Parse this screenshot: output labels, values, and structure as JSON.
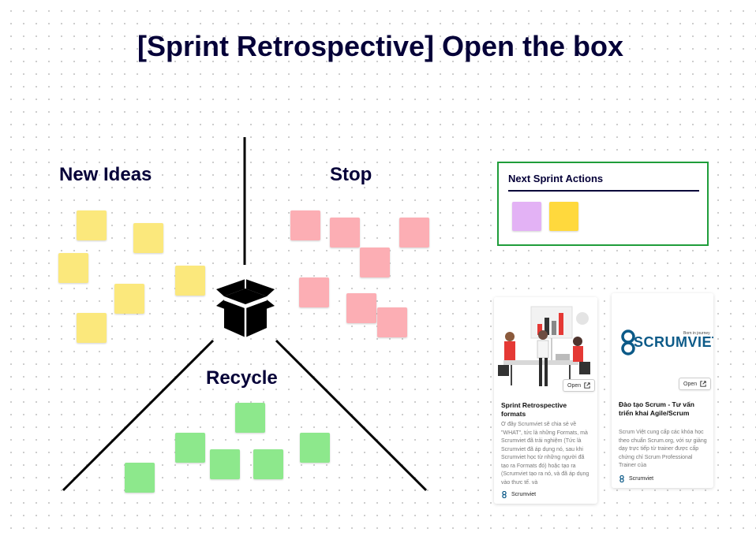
{
  "board": {
    "title": "[Sprint Retrospective] Open the box"
  },
  "sections": {
    "new_ideas": "New Ideas",
    "stop": "Stop",
    "recycle": "Recycle"
  },
  "next_sprint_actions": {
    "title": "Next Sprint Actions"
  },
  "colors": {
    "yellow_note": "#fbe87c",
    "pink_note": "#fcaeb4",
    "green_note": "#8de88c",
    "purple_note": "#e3b2f5",
    "gold_note": "#ffd93d",
    "frame_border": "#1f9d3a",
    "brand_blue": "#0c5a88"
  },
  "icons": [
    "open-box-icon",
    "external-link-icon",
    "scrumviet-logo-icon"
  ],
  "cards": [
    {
      "title": "Sprint Retrospective formats",
      "description": "Ở đây Scrumviet sẽ chia sẻ về \"WHAT\", tức là những Formats, mà Scrumviet đã trải nghiệm (Tức là Scrumviet đã áp dụng nó, sau khi Scrumviet học từ những người đã tạo ra Formats đó) hoặc tạo ra (Scrumviet tạo ra nó, và đã áp dụng vào thực tế, và",
      "open_label": "Open",
      "source": "Scrumviet"
    },
    {
      "title": "Đào tạo Scrum - Tư vấn triển khai Agile/Scrum",
      "description": "Scrum Việt cung cấp các khóa học theo chuẩn Scrum.org, với sự giảng dạy trực tiếp từ trainer được cấp chứng chỉ Scrum Professional Trainer của",
      "open_label": "Open",
      "source": "Scrumviet",
      "brand": "SCRUMVIET",
      "brand_tagline": "Born in journey"
    }
  ]
}
